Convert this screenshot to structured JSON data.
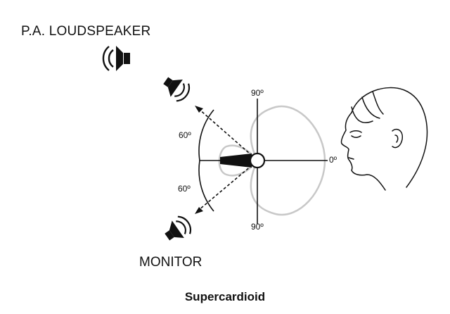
{
  "labels": {
    "pa_loudspeaker": "P.A. LOUDSPEAKER",
    "monitor": "MONITOR",
    "caption": "Supercardioid"
  },
  "angles": {
    "top": "90º",
    "bottom": "90º",
    "front": "0º",
    "upper_side": "60º",
    "lower_side": "60º"
  },
  "icons": {
    "pa": "speaker-icon",
    "upper_monitor": "speaker-icon",
    "lower_monitor": "speaker-icon",
    "mic": "microphone-icon",
    "head": "head-profile-icon"
  },
  "colors": {
    "pattern": "#c8c8c8",
    "ink": "#111111"
  }
}
